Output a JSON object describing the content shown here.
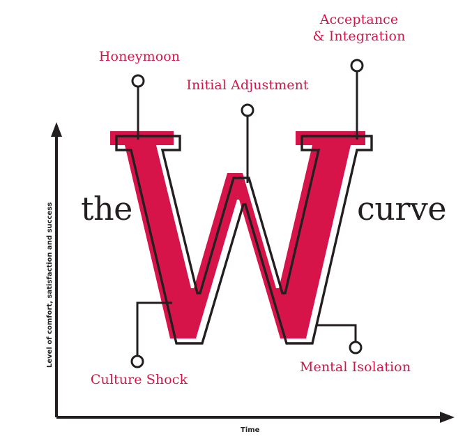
{
  "figure": {
    "title_left": "the",
    "title_right": "curve",
    "letter": "W",
    "accent_color": "#d6144a",
    "ink_color": "#231f20",
    "background": "#ffffff"
  },
  "axes": {
    "y_label": "Level of comfort, satisfaction and success",
    "x_label": "Time"
  },
  "chart_data": {
    "type": "line",
    "title": "the W curve",
    "xlabel": "Time",
    "ylabel": "Level of comfort, satisfaction and success",
    "grid": false,
    "legend": null,
    "xlim": [
      0,
      10
    ],
    "ylim": [
      0,
      10
    ],
    "x": [
      1,
      3,
      5,
      7,
      9
    ],
    "y": [
      9,
      2,
      7.5,
      2,
      9
    ],
    "point_labels": [
      "Honeymoon",
      "Culture Shock",
      "Initial Adjustment",
      "Mental Isolation",
      "Acceptance & Integration"
    ],
    "annotations": [
      {
        "label": "Honeymoon",
        "stage": 1,
        "position": "above-left-peak"
      },
      {
        "label": "Culture Shock",
        "stage": 2,
        "position": "below-left-valley"
      },
      {
        "label": "Initial Adjustment",
        "stage": 3,
        "position": "above-middle-peak"
      },
      {
        "label": "Mental Isolation",
        "stage": 4,
        "position": "below-right-valley"
      },
      {
        "label": "Acceptance & Integration",
        "stage": 5,
        "position": "above-right-peak"
      }
    ]
  },
  "callouts": [
    {
      "id": "honeymoon",
      "label": "Honeymoon"
    },
    {
      "id": "initial",
      "label": "Initial Adjustment"
    },
    {
      "id": "acceptance",
      "label_line1": "Acceptance",
      "label_line2": "& Integration"
    },
    {
      "id": "culture",
      "label": "Culture Shock"
    },
    {
      "id": "mental",
      "label": "Mental Isolation"
    }
  ]
}
